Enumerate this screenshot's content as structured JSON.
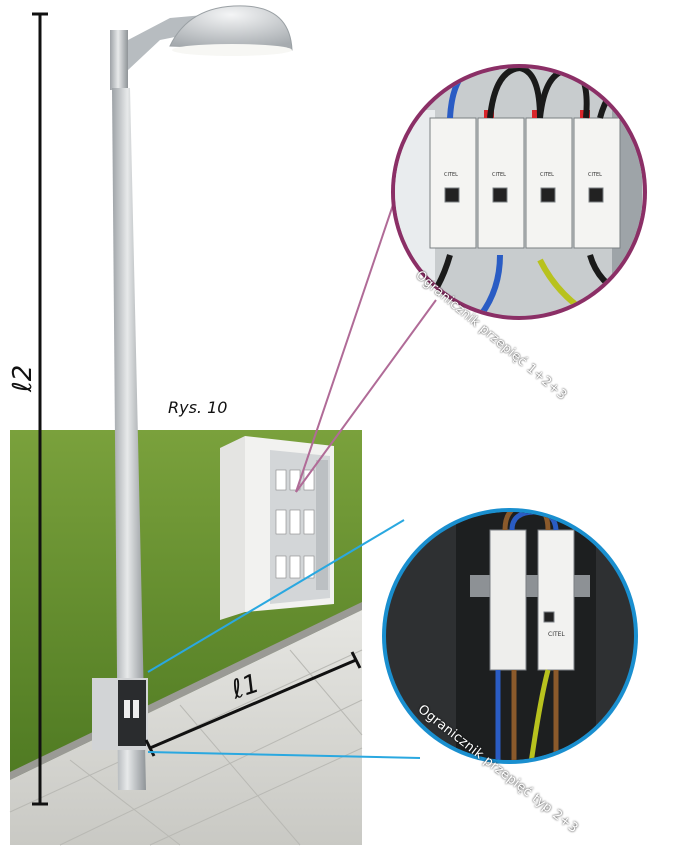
{
  "figure_label": "Rys. 10",
  "dimension_labels": {
    "pole_height": "ℓ2",
    "distance_to_cabinet": "ℓ1"
  },
  "callouts": {
    "top": {
      "caption": "Ogranicznik przepięć 1+2+3",
      "border_color": "#8b2f66",
      "device_brand": "CITEL"
    },
    "bottom": {
      "caption": "Ogranicznik przepięć typ 2+3",
      "border_color": "#1a8fcf",
      "device_brand": "CITEL"
    }
  },
  "colors": {
    "grass": "#5f8a2a",
    "pavement": "#d6d6d2",
    "pole": "#c9ccce",
    "connector_top": "#b06b97",
    "connector_bottom": "#2aa8e0"
  }
}
